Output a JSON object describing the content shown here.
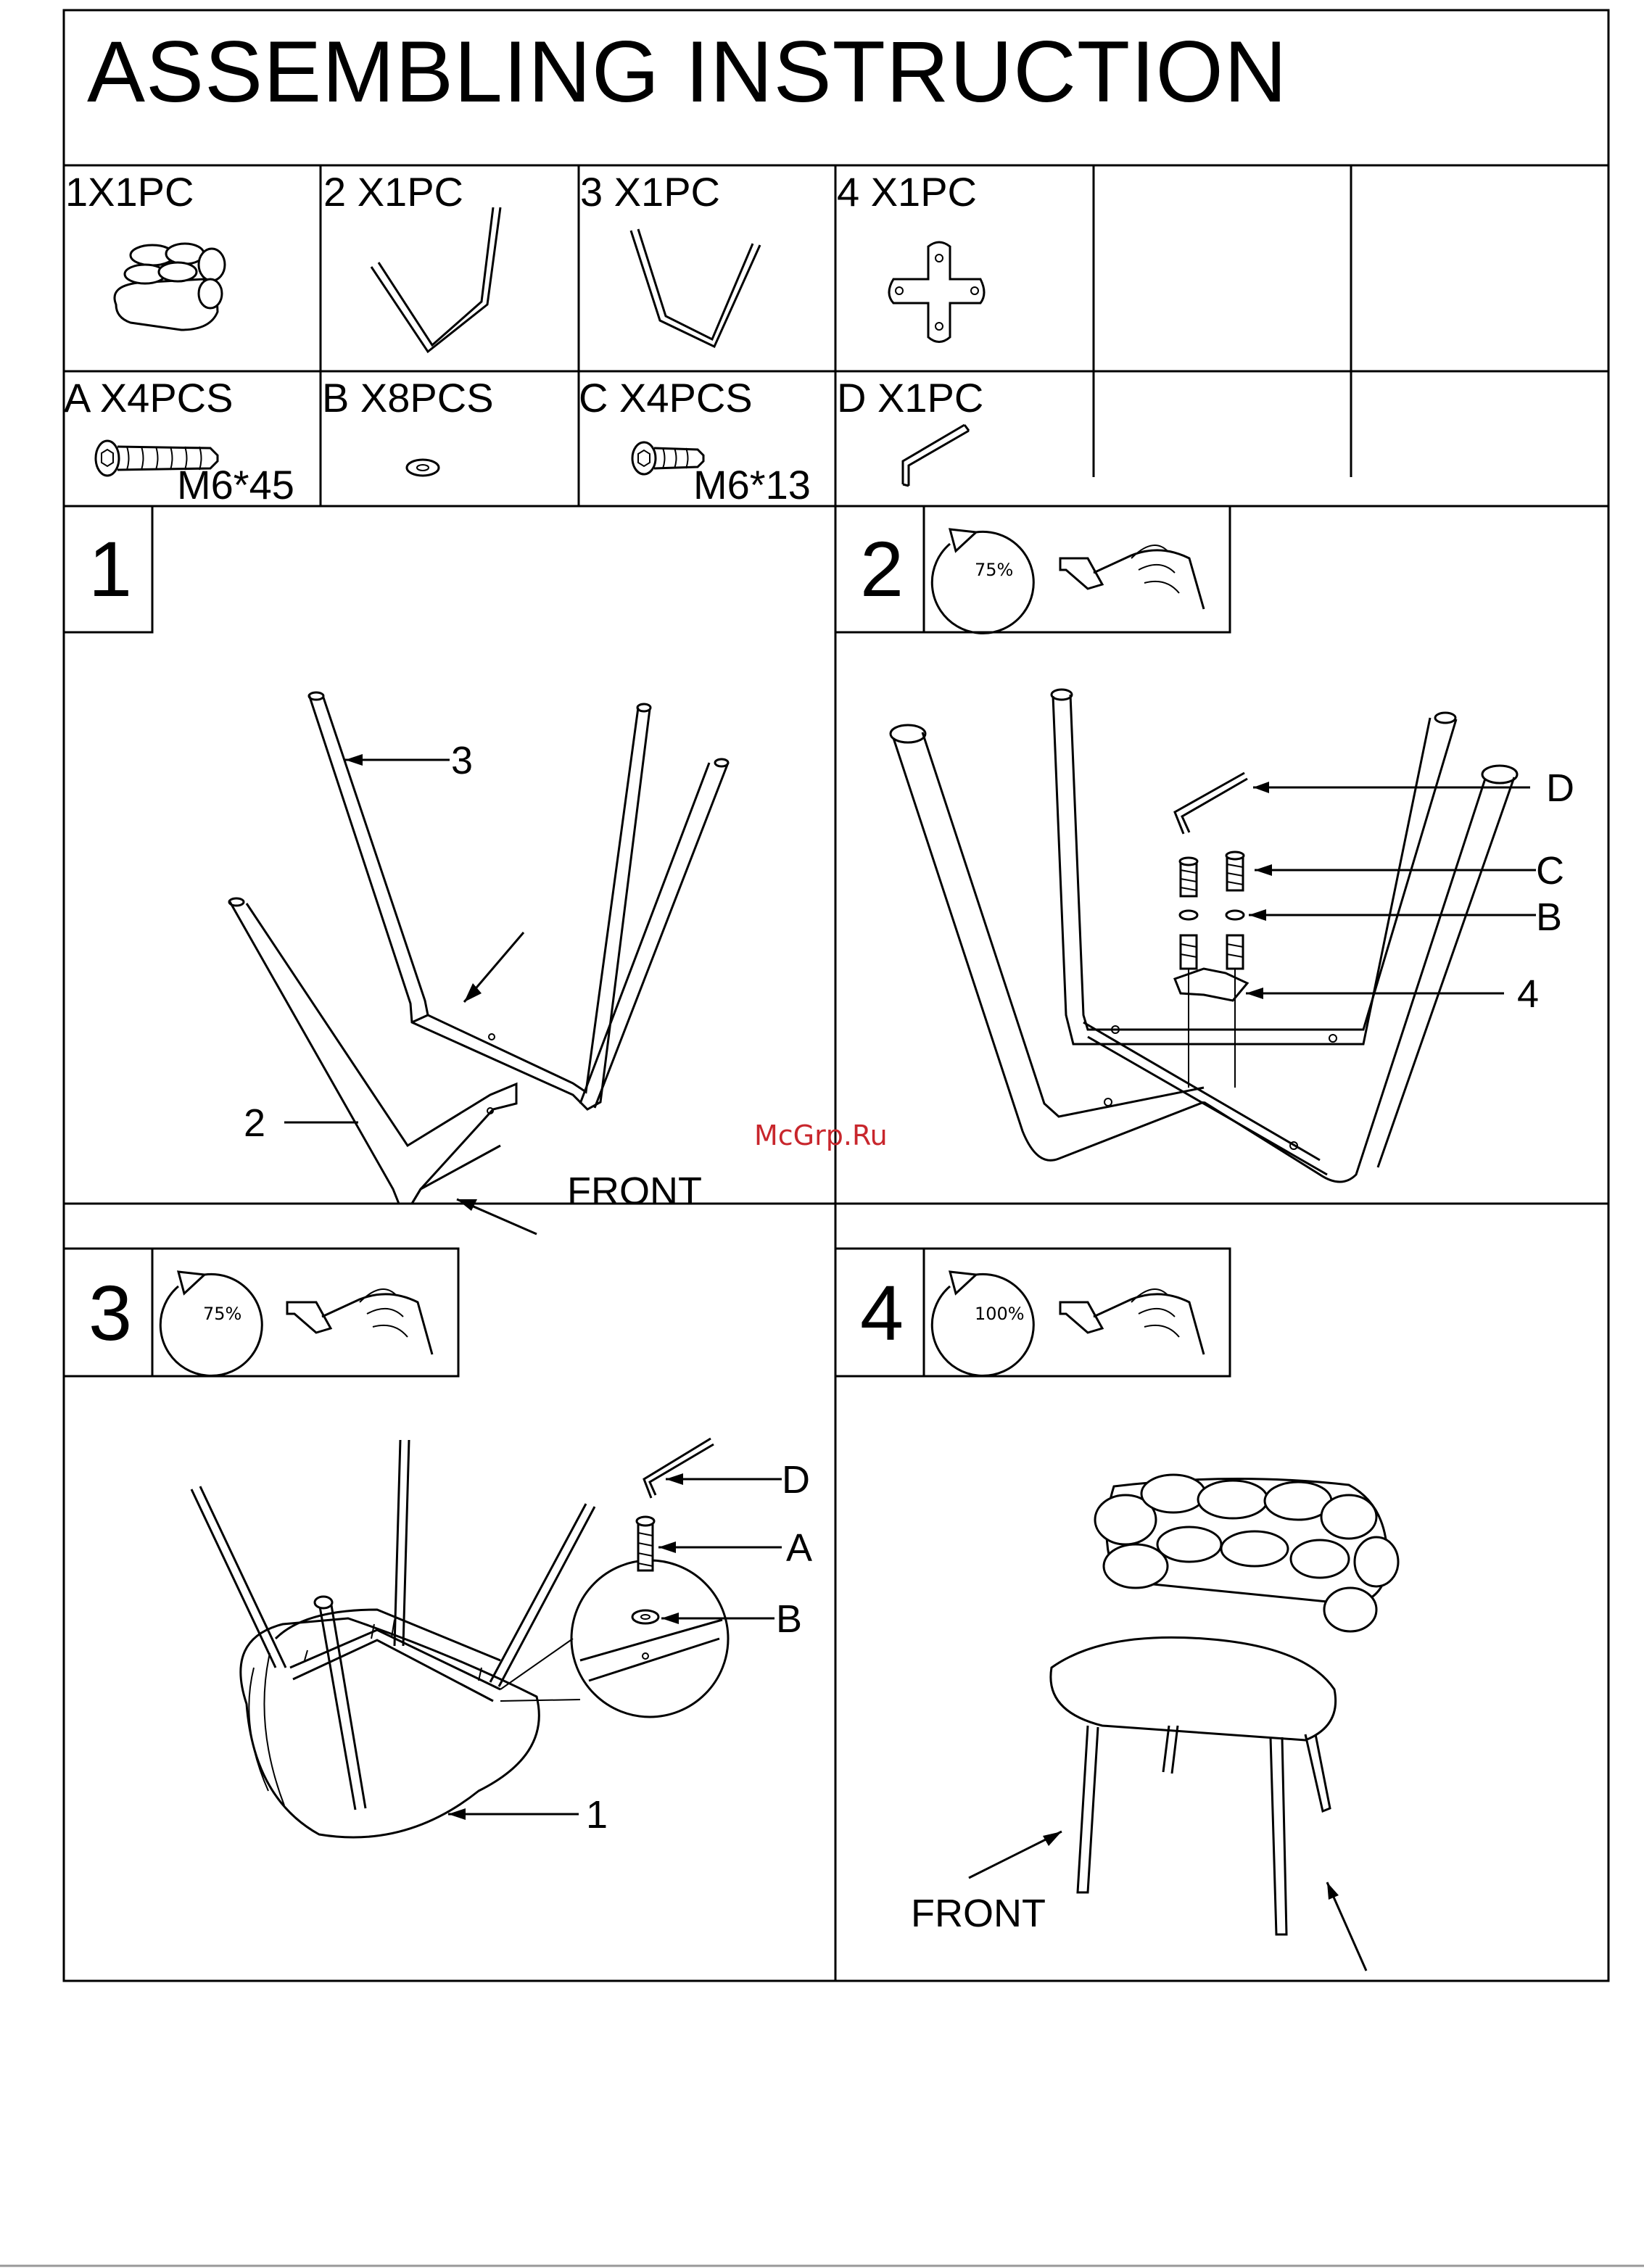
{
  "title": "ASSEMBLING INSTRUCTION",
  "parts": [
    {
      "code": "1X1PC",
      "name": "seat"
    },
    {
      "code": "2 X1PC",
      "name": "leg-frame-front"
    },
    {
      "code": "3 X1PC",
      "name": "leg-frame-back"
    },
    {
      "code": "4 X1PC",
      "name": "cross-plate"
    }
  ],
  "hardware": [
    {
      "code": "A X4PCS",
      "size": "M6*45"
    },
    {
      "code": "B  X8PCS",
      "size": ""
    },
    {
      "code": "C X4PCS",
      "size": "M6*13"
    },
    {
      "code": "D X1PC",
      "size": ""
    }
  ],
  "steps": [
    {
      "number": "1",
      "callouts": [
        "3",
        "2",
        "FRONT"
      ]
    },
    {
      "number": "2",
      "tighten": "75%",
      "callouts": [
        "D",
        "C",
        "B",
        "4"
      ]
    },
    {
      "number": "3",
      "tighten": "75%",
      "callouts": [
        "D",
        "A",
        "B",
        "1"
      ]
    },
    {
      "number": "4",
      "tighten": "100%",
      "callouts": [
        "FRONT"
      ]
    }
  ],
  "watermark": "McGrp.Ru"
}
